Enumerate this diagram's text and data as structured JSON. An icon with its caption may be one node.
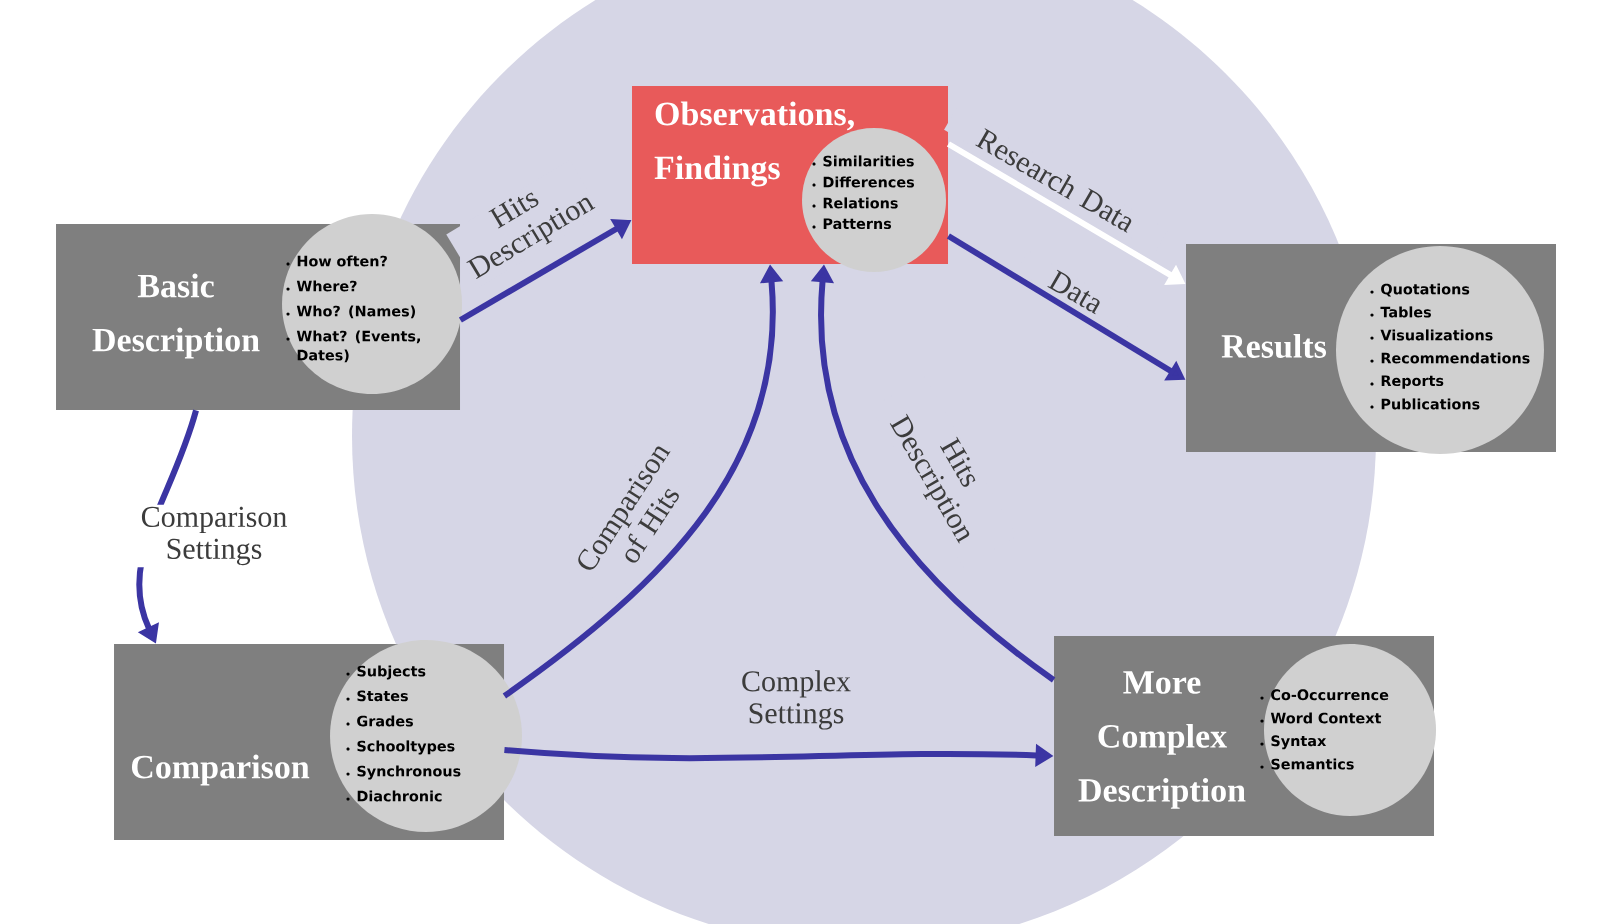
{
  "diagram": {
    "nodes": [
      {
        "text": [
          "Basic Description"
        ]
      },
      {
        "text": [
          "How often?",
          "Where?",
          "Who? (Names)",
          "What? (Events, Dates)"
        ],
        "in": 0
      },
      {
        "text": [
          "Observations, Findings"
        ]
      },
      {
        "text": [
          "Similarities",
          "Differences",
          "Relations",
          "Patterns"
        ],
        "in": 2
      },
      {
        "text": [
          "Results"
        ]
      },
      {
        "text": [
          "Quotations",
          "Tables",
          "Visualizations",
          "Recommendations",
          "Reports",
          "Publications"
        ],
        "in": 4
      },
      {
        "text": [
          "Comparison"
        ]
      },
      {
        "text": [
          "Subjects",
          "States",
          "Grades",
          "Schooltypes",
          "Synchronous",
          "Diachronic"
        ],
        "in": 6
      },
      {
        "text": [
          "More Complex Description"
        ]
      },
      {
        "text": [
          "Co-Occurrence",
          "Word Context",
          "Syntax",
          "Semantics"
        ],
        "in": 8
      }
    ],
    "edges": [
      {
        "from": 0,
        "to": 2,
        "arrow": "to",
        "label": "Hits Description"
      },
      {
        "from": 0,
        "to": 6,
        "arrow": "to",
        "label": "Comparison Settings"
      },
      {
        "from": 6,
        "to": 2,
        "arrow": "to",
        "label": "Comparison of Hits"
      },
      {
        "from": 8,
        "to": 2,
        "arrow": "to",
        "label": "Hits Description"
      },
      {
        "from": 6,
        "to": 8,
        "arrow": "to",
        "label": "Complex Settings"
      },
      {
        "from": 2,
        "to": 4,
        "arrow": "to",
        "label": "Research Data",
        "color": "#ffffff"
      },
      {
        "from": 2,
        "to": 4,
        "arrow": "to",
        "label": "Data"
      }
    ]
  }
}
